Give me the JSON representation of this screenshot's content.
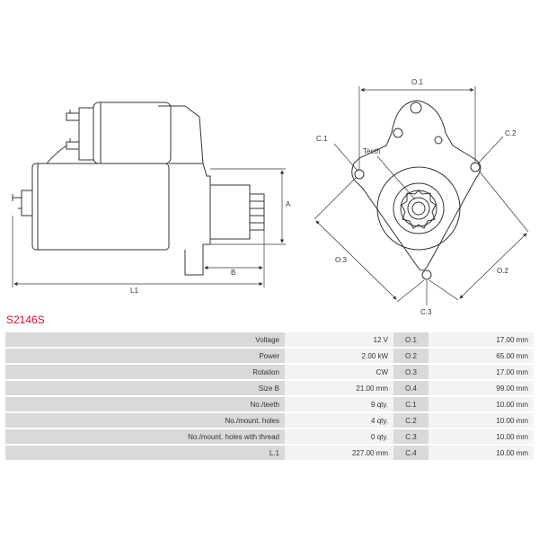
{
  "product": {
    "code": "S2146S"
  },
  "drawing": {
    "labels": {
      "a": "A",
      "b": "B",
      "l1": "L1",
      "o1": "O.1",
      "o2": "O.2",
      "o3": "O.3",
      "c1": "C.1",
      "c2": "C.2",
      "c3": "C.3",
      "teeth": "Teeth"
    }
  },
  "specs": {
    "rows": [
      {
        "label": "Voltage",
        "value": "12 V",
        "key": "O.1",
        "keyvalue": "17.00 mm"
      },
      {
        "label": "Power",
        "value": "2.00 kW",
        "key": "O.2",
        "keyvalue": "65.00 mm"
      },
      {
        "label": "Rotation",
        "value": "CW",
        "key": "O.3",
        "keyvalue": "17.00 mm"
      },
      {
        "label": "Size B",
        "value": "21.00 mm",
        "key": "O.4",
        "keyvalue": "99.00 mm"
      },
      {
        "label": "No./teeth",
        "value": "9 qty.",
        "key": "C.1",
        "keyvalue": "10.00 mm"
      },
      {
        "label": "No./mount. holes",
        "value": "4 qty.",
        "key": "C.2",
        "keyvalue": "10.00 mm"
      },
      {
        "label": "No./mount. holes with thread",
        "value": "0 qty.",
        "key": "C.3",
        "keyvalue": "10.00 mm"
      },
      {
        "label": "L.1",
        "value": "227.00 mm",
        "key": "C.4",
        "keyvalue": "10.00 mm"
      }
    ]
  }
}
